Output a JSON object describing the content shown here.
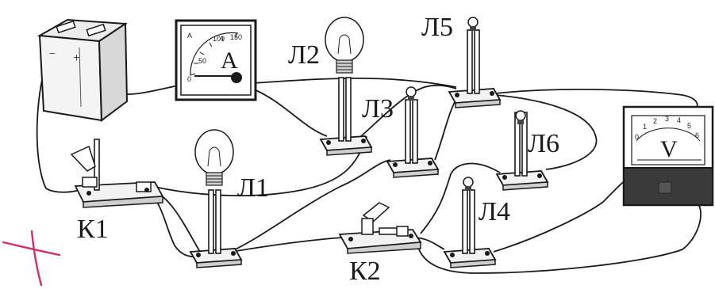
{
  "labels": {
    "ammeter_letter": "A",
    "ammeter_unit": "A",
    "ammeter_scale": [
      "0",
      "50",
      "100",
      "150"
    ],
    "voltmeter_letter": "V",
    "voltmeter_scale": [
      "0",
      "1",
      "2",
      "3",
      "4",
      "5",
      "6"
    ],
    "L1": "Л1",
    "L2": "Л2",
    "L3": "Л3",
    "L4": "Л4",
    "L5": "Л5",
    "L6": "Л6",
    "K1": "К1",
    "K2": "К2"
  },
  "colors": {
    "ink": "#1a1a1a",
    "mark": "#d0306a",
    "meter_dark": "#3a3a3a"
  },
  "annotation": {
    "handwritten_mark": "plus-sign"
  }
}
